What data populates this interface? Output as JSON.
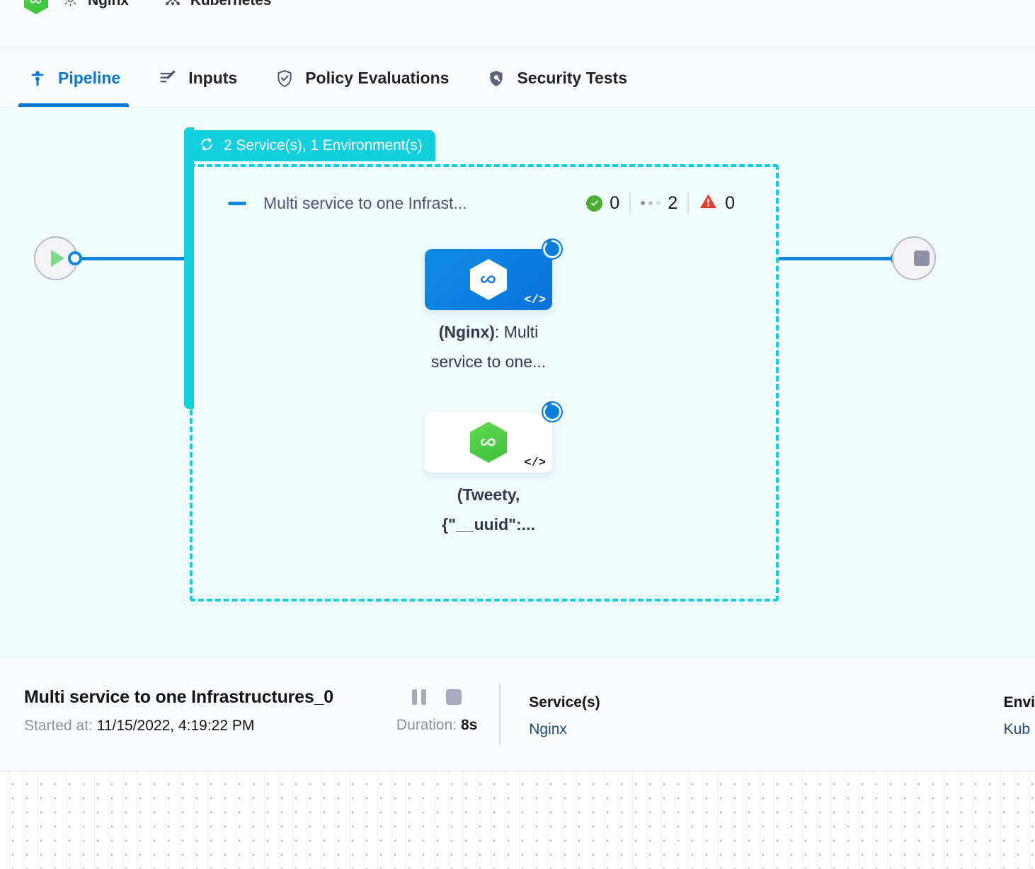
{
  "context_strip": {
    "items": [
      {
        "icon": "harness-hex-icon",
        "label": ""
      },
      {
        "icon": "gear-icon",
        "label": "Nginx"
      },
      {
        "icon": "kubernetes-icon",
        "label": "Kubernetes"
      }
    ],
    "service_label": "Nginx",
    "infra_label": "Kubernetes"
  },
  "tabs": [
    {
      "id": "pipeline",
      "label": "Pipeline",
      "icon": "pipeline-icon",
      "active": true
    },
    {
      "id": "inputs",
      "label": "Inputs",
      "icon": "inputs-icon",
      "active": false
    },
    {
      "id": "policy-evaluations",
      "label": "Policy Evaluations",
      "icon": "shield-check-icon",
      "active": false
    },
    {
      "id": "security-tests",
      "label": "Security Tests",
      "icon": "shield-scan-icon",
      "active": false
    }
  ],
  "canvas": {
    "group": {
      "tag_label": "2 Service(s), 1 Environment(s)",
      "tag_icon": "loop-icon",
      "title": "Multi service to one Infrast...",
      "collapse_icon": "minus-icon",
      "status": {
        "success_icon": "check-circle-icon",
        "success_count": "0",
        "running_icon": "dots-icon",
        "running_count": "2",
        "failed_icon": "warning-triangle-icon",
        "failed_count": "0"
      }
    },
    "nodes": [
      {
        "id": "nginx-node",
        "caption_bold": "(Nginx)",
        "caption_rest": ": Multi",
        "caption_line2": "service to one...",
        "badge": "spinner-badge",
        "code_icon": "code-icon",
        "style": "blue"
      },
      {
        "id": "tweety-node",
        "caption_bold": "(Tweety,",
        "caption_rest": "",
        "caption_line2": "{\"__uuid\":...",
        "badge": "spinner-badge",
        "code_icon": "code-icon",
        "style": "white"
      }
    ],
    "start_node": {
      "icon": "play-icon"
    },
    "end_node": {
      "icon": "stop-icon"
    }
  },
  "detail": {
    "title": "Multi service to one Infrastructures_0",
    "started_label": "Started at:",
    "started_value": "11/15/2022, 4:19:22 PM",
    "pause_icon": "pause-icon",
    "stop_icon": "stop-icon",
    "duration_label": "Duration:",
    "duration_value": "8s",
    "services_head": "Service(s)",
    "services_value": "Nginx",
    "environments_head": "Envi",
    "environments_value": "Kub"
  },
  "colors": {
    "accent_blue": "#0278d5",
    "group_teal": "#13cfde",
    "canvas_bg": "#effbfd",
    "success_green": "#4caf32",
    "error_red": "#e23e2e",
    "link_navy": "#1b4a7a"
  }
}
